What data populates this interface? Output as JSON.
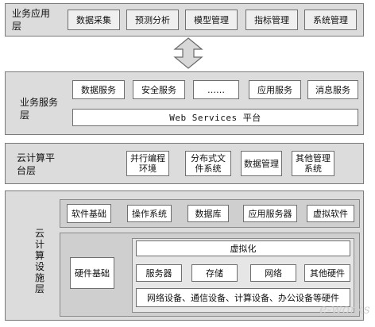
{
  "app_layer": {
    "label": "业务应用层",
    "items": [
      "数据采集",
      "预测分析",
      "模型管理",
      "指标管理",
      "系统管理"
    ]
  },
  "service_layer": {
    "label": "业务服务层",
    "items": [
      "数据服务",
      "安全服务",
      "……",
      "应用服务",
      "消息服务"
    ],
    "platform": "Web Services 平台"
  },
  "cloud_platform_layer": {
    "label": "云计算平台层",
    "items": [
      "并行编程环境",
      "分布式文件系统",
      "数据管理",
      "其他管理系统"
    ]
  },
  "infra_layer": {
    "label": "云计算设施层",
    "software": {
      "label": "软件基础",
      "items": [
        "操作系统",
        "数据库",
        "应用服务器",
        "虚拟软件"
      ]
    },
    "hardware": {
      "label": "硬件基础",
      "virtualization": "虚拟化",
      "items": [
        "服务器",
        "存储",
        "网络",
        "其他硬件"
      ],
      "network": "网络设备、通信设备、计算设备、办公设备等硬件"
    }
  },
  "watermark": "e-works"
}
